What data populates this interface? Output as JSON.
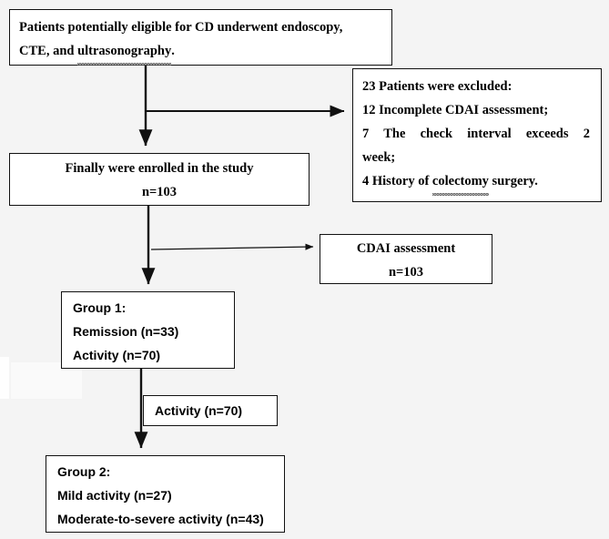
{
  "figure": {
    "type": "flowchart",
    "title": "Patient enrollment and grouping flow diagram",
    "background_color": "#f4f4f4",
    "box_fill": "#ffffff",
    "line_color": "#111111"
  },
  "nodes": {
    "eligible": {
      "id": "box-eligible",
      "lines": [
        "Patients potentially eligible for CD underwent endoscopy,",
        "CTE, and ultrasonography."
      ],
      "line1_a": "CTE, and ",
      "line1_misspelled": "ultrasonography",
      "line1_b": "."
    },
    "excluded": {
      "id": "box-excluded",
      "lines": [
        "23 Patients were excluded:",
        "12 Incomplete CDAI assessment;",
        "7 The check interval exceeds 2",
        "week;",
        "4 History of colectomy surgery."
      ],
      "line3_justified": "7 The check interval exceeds 2",
      "line4": "week;",
      "line5_a": "4 History of ",
      "line5_misspelled": "colectomy",
      "line5_b": " surgery."
    },
    "enrolled": {
      "id": "box-enrolled",
      "lines": [
        "Finally were enrolled in the study",
        "n=103"
      ],
      "count": "n=103"
    },
    "cdai": {
      "id": "box-cdai",
      "lines": [
        "CDAI assessment",
        "n=103"
      ],
      "count": "n=103"
    },
    "group1": {
      "id": "box-group1",
      "lines": [
        "Group 1:",
        "Remission (n=33)",
        "Activity (n=70)"
      ],
      "remission_n": 33,
      "activity_n": 70
    },
    "activity_label": {
      "id": "box-activity-label",
      "lines": [
        "Activity (n=70)"
      ],
      "n": 70
    },
    "group2": {
      "id": "box-group2",
      "lines": [
        "Group 2:",
        "Mild activity (n=27)",
        "Moderate-to-severe activity (n=43)"
      ],
      "mild_n": 27,
      "moderate_severe_n": 43
    }
  },
  "edges": [
    {
      "name": "eligible-to-enrolled",
      "from": "eligible",
      "to": "enrolled",
      "style": "vertical-arrow"
    },
    {
      "name": "eligible-to-excluded",
      "from": "eligible",
      "to": "excluded",
      "style": "branch-right-arrow"
    },
    {
      "name": "enrolled-to-group1",
      "from": "enrolled",
      "to": "group1",
      "style": "vertical-arrow"
    },
    {
      "name": "enrolled-to-cdai",
      "from": "enrolled",
      "to": "cdai",
      "style": "branch-right-arrow"
    },
    {
      "name": "group1-to-group2",
      "from": "group1",
      "to": "group2",
      "style": "vertical-arrow"
    }
  ]
}
